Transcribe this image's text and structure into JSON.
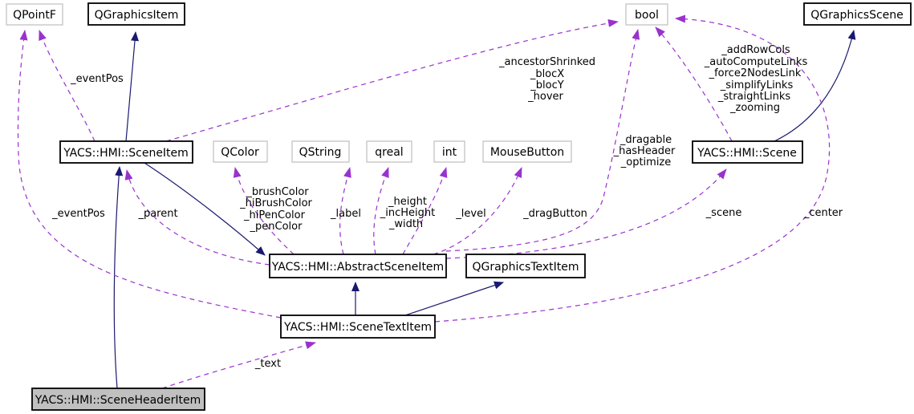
{
  "diagram": {
    "kind": "collaboration-graph",
    "focus_class": "YACS::HMI::SceneHeaderItem"
  },
  "colors": {
    "inheritance_edge": "#191970",
    "usage_edge": "#9a32cd",
    "class_box_border": "#000000",
    "external_box_border": "#bebebe",
    "focus_box_fill": "#c0c0c0",
    "background": "#ffffff",
    "text": "#000000"
  },
  "nodes": {
    "qpointf": {
      "label": "QPointF"
    },
    "qgraphicsitem": {
      "label": "QGraphicsItem"
    },
    "bool": {
      "label": "bool"
    },
    "qgraphicsscene": {
      "label": "QGraphicsScene"
    },
    "sceneitem": {
      "label": "YACS::HMI::SceneItem"
    },
    "qcolor": {
      "label": "QColor"
    },
    "qstring": {
      "label": "QString"
    },
    "qreal": {
      "label": "qreal"
    },
    "int": {
      "label": "int"
    },
    "mousebutton": {
      "label": "MouseButton"
    },
    "scene": {
      "label": "YACS::HMI::Scene"
    },
    "abstractsceneitem": {
      "label": "YACS::HMI::AbstractSceneItem"
    },
    "qgraphicstextitem": {
      "label": "QGraphicsTextItem"
    },
    "scenetextitem": {
      "label": "YACS::HMI::SceneTextItem"
    },
    "sceneheaderitem": {
      "label": "YACS::HMI::SceneHeaderItem"
    }
  },
  "edges": {
    "sceneitem_qpointf": {
      "lines": [
        "_eventPos"
      ]
    },
    "scenetextitem_qpointf": {
      "lines": [
        "_eventPos"
      ]
    },
    "abstract_parent": {
      "lines": [
        "_parent"
      ]
    },
    "sceneitem_bool": {
      "lines": [
        "_ancestorShrinked",
        "_blocX",
        "_blocY",
        "_hover"
      ]
    },
    "abstract_bool": {
      "lines": [
        "_dragable",
        "_hasHeader",
        "_optimize"
      ]
    },
    "scene_bool": {
      "lines": [
        "_addRowCols",
        "_autoComputeLinks",
        "_force2NodesLink",
        "_simplifyLinks",
        "_straightLinks",
        "_zooming"
      ]
    },
    "scenetextitem_bool": {
      "lines": [
        "_center"
      ]
    },
    "abstract_qcolor": {
      "lines": [
        "_brushColor",
        "_hiBrushColor",
        "_hiPenColor",
        "_penColor"
      ]
    },
    "abstract_qstring": {
      "lines": [
        "_label"
      ]
    },
    "abstract_qreal": {
      "lines": [
        "_height",
        "_incHeight",
        "_width"
      ]
    },
    "abstract_int": {
      "lines": [
        "_level"
      ]
    },
    "abstract_mousebutton": {
      "lines": [
        "_dragButton"
      ]
    },
    "abstract_scene": {
      "lines": [
        "_scene"
      ]
    },
    "sceneheader_text": {
      "lines": [
        "_text"
      ]
    }
  }
}
